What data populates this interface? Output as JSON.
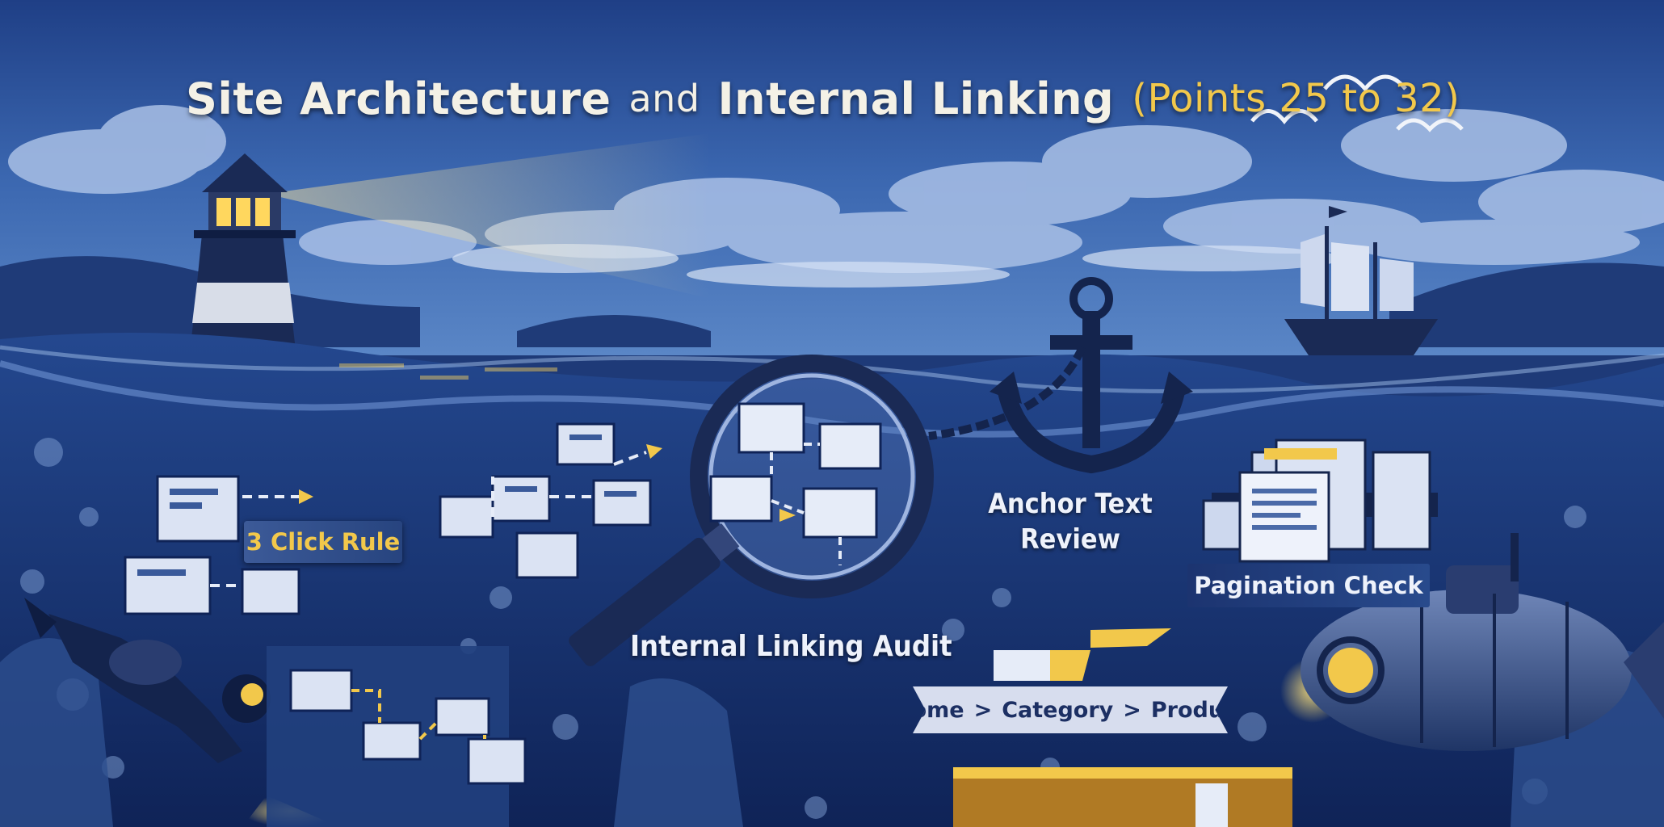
{
  "title": {
    "part1": "Site Architecture",
    "part2": "and",
    "part3": "Internal Linking",
    "part4": "(Points 25 to 32)"
  },
  "labels": {
    "click_rule": "3 Click Rule",
    "internal_linking_audit": "Internal Linking Audit",
    "anchor_text_line1": "Anchor Text",
    "anchor_text_line2": "Review",
    "pagination_check": "Pagination Check"
  },
  "breadcrumb": {
    "home": "Home",
    "sep1": ">",
    "category": "Category",
    "sep2": ">",
    "product": "Product"
  },
  "colors": {
    "sky": "#2a4f95",
    "ocean": "#1b3672",
    "accent": "#f2c84b",
    "text": "#eef2fb"
  },
  "icons": [
    "lighthouse-icon",
    "ship-icon",
    "anchor-icon",
    "magnifier-icon",
    "diver-icon",
    "submarine-icon",
    "seagull-icon",
    "document-stack-icon"
  ]
}
